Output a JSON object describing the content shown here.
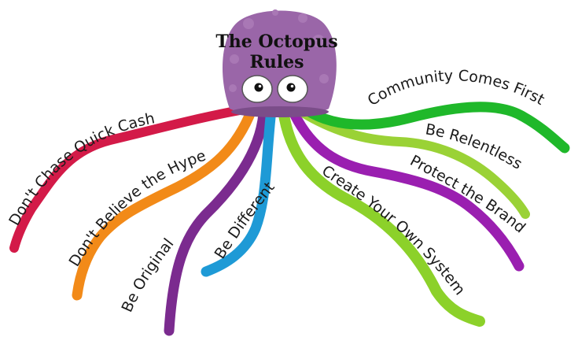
{
  "title_line1": "The Octopus",
  "title_line2": "Rules",
  "head_color": "#9a66a8",
  "spot_color": "#a978b5",
  "arms": [
    {
      "label": "Don't Chase Quick Cash",
      "color": "#d31a48"
    },
    {
      "label": "Don't Believe the Hype",
      "color": "#f28a18"
    },
    {
      "label": "Be Original",
      "color": "#7b2b8f"
    },
    {
      "label": "Be Different",
      "color": "#1e9ad6"
    },
    {
      "label": "Create Your Own System",
      "color": "#8cd12a"
    },
    {
      "label": "Protect the Brand",
      "color": "#9a1fb0"
    },
    {
      "label": "Be Relentless",
      "color": "#9ad236"
    },
    {
      "label": "Community Comes First",
      "color": "#1fb82a"
    }
  ]
}
